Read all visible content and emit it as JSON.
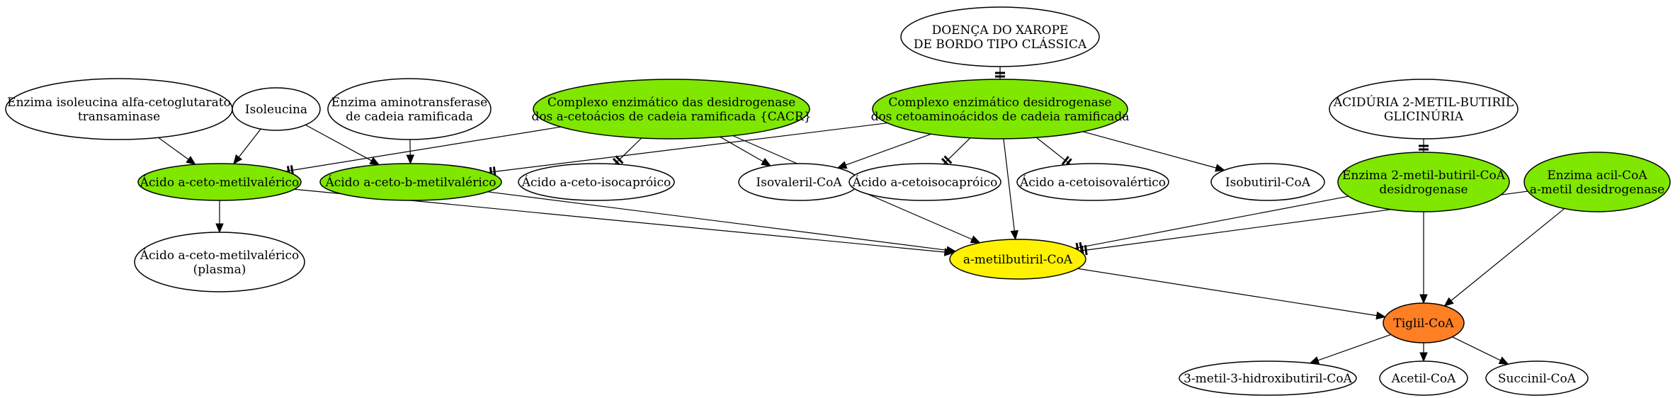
{
  "colors": {
    "green": "#7FE700",
    "yellow": "#FFF200",
    "orange": "#FF7F24",
    "white": "#FFFFFF",
    "line": "#000000"
  },
  "nodes": [
    {
      "id": "msud",
      "lines": [
        "DOENÇA DO XAROPE",
        "DE BORDO TIPO CLÁSSICA"
      ],
      "fill": "white"
    },
    {
      "id": "enz_iso",
      "lines": [
        "Enzima isoleucina alfa-cetoglutarato",
        "transaminase"
      ],
      "fill": "white"
    },
    {
      "id": "isoleucina",
      "lines": [
        "Isoleucina"
      ],
      "fill": "white"
    },
    {
      "id": "enz_amino",
      "lines": [
        "Enzima aminotransferase",
        "de cadeia ramificada"
      ],
      "fill": "white"
    },
    {
      "id": "cacr",
      "lines": [
        "Complexo enzimático das desidrogenase",
        "dos a-cetoácios de cadeia ramificada {CACR}"
      ],
      "fill": "green"
    },
    {
      "id": "complexo2",
      "lines": [
        "Complexo enzimático desidrogenase",
        "dos cetoaminoácidos de cadeia ramificada"
      ],
      "fill": "green"
    },
    {
      "id": "aciduria",
      "lines": [
        "ACIDÚRIA 2-METIL-BUTIRIL",
        "GLICINÚRIA"
      ],
      "fill": "white"
    },
    {
      "id": "acmv",
      "lines": [
        "Ácido a-ceto-metilvalérico"
      ],
      "fill": "green"
    },
    {
      "id": "acbmv",
      "lines": [
        "Ácido a-ceto-b-metilvalérico"
      ],
      "fill": "green"
    },
    {
      "id": "acic",
      "lines": [
        "Ácido a-ceto-isocapróico"
      ],
      "fill": "white"
    },
    {
      "id": "isovaleril",
      "lines": [
        "Isovaleril-CoA"
      ],
      "fill": "white"
    },
    {
      "id": "acetoisocap",
      "lines": [
        "Ácido a-cetoisocapróico"
      ],
      "fill": "white"
    },
    {
      "id": "acetoisoval",
      "lines": [
        "Ácido a-cetoisovalértico"
      ],
      "fill": "white"
    },
    {
      "id": "isobutiril",
      "lines": [
        "Isobutiril-CoA"
      ],
      "fill": "white"
    },
    {
      "id": "enz2mb",
      "lines": [
        "Enzima 2-metil-butiril-CoA",
        "desidrogenase"
      ],
      "fill": "green"
    },
    {
      "id": "enzacil",
      "lines": [
        "Enzima acil-CoA",
        "a-metil desidrogenase"
      ],
      "fill": "green"
    },
    {
      "id": "acmv_plasma",
      "lines": [
        "Ácido a-ceto-metilvalérico",
        "(plasma)"
      ],
      "fill": "white"
    },
    {
      "id": "amb",
      "lines": [
        "a-metilbutiril-CoA"
      ],
      "fill": "yellow"
    },
    {
      "id": "tiglil",
      "lines": [
        "Tiglil-CoA"
      ],
      "fill": "orange"
    },
    {
      "id": "hidroxi",
      "lines": [
        "3-metil-3-hidroxibutiril-CoA"
      ],
      "fill": "white"
    },
    {
      "id": "acetil",
      "lines": [
        "Acetil-CoA"
      ],
      "fill": "white"
    },
    {
      "id": "succinil",
      "lines": [
        "Succinil-CoA"
      ],
      "fill": "white"
    }
  ],
  "edges": [
    {
      "from": "enz_iso",
      "to": "acmv",
      "head": "arrow"
    },
    {
      "from": "isoleucina",
      "to": "acmv",
      "head": "arrow"
    },
    {
      "from": "isoleucina",
      "to": "acbmv",
      "head": "arrow"
    },
    {
      "from": "enz_amino",
      "to": "acbmv",
      "head": "arrow"
    },
    {
      "from": "cacr",
      "to": "acmv",
      "head": "tee"
    },
    {
      "from": "cacr",
      "to": "acic",
      "head": "tee"
    },
    {
      "from": "cacr",
      "to": "isovaleril",
      "head": "arrow"
    },
    {
      "from": "cacr",
      "to": "amb",
      "head": "arrow"
    },
    {
      "from": "complexo2",
      "to": "acbmv",
      "head": "tee"
    },
    {
      "from": "complexo2",
      "to": "isovaleril",
      "head": "arrow"
    },
    {
      "from": "complexo2",
      "to": "acetoisocap",
      "head": "tee"
    },
    {
      "from": "complexo2",
      "to": "acetoisoval",
      "head": "tee"
    },
    {
      "from": "complexo2",
      "to": "isobutiril",
      "head": "arrow"
    },
    {
      "from": "complexo2",
      "to": "amb",
      "head": "arrow"
    },
    {
      "from": "msud",
      "to": "complexo2",
      "head": "tee"
    },
    {
      "from": "aciduria",
      "to": "enz2mb",
      "head": "tee"
    },
    {
      "from": "acmv",
      "to": "acmv_plasma",
      "head": "arrow"
    },
    {
      "from": "acmv",
      "to": "amb",
      "head": "arrow"
    },
    {
      "from": "acbmv",
      "to": "amb",
      "head": "arrow"
    },
    {
      "from": "enz2mb",
      "to": "amb",
      "head": "tee"
    },
    {
      "from": "enzacil",
      "to": "amb",
      "head": "tee"
    },
    {
      "from": "enz2mb",
      "to": "tiglil",
      "head": "arrow"
    },
    {
      "from": "enzacil",
      "to": "tiglil",
      "head": "arrow"
    },
    {
      "from": "amb",
      "to": "tiglil",
      "head": "arrow"
    },
    {
      "from": "tiglil",
      "to": "hidroxi",
      "head": "arrow"
    },
    {
      "from": "tiglil",
      "to": "acetil",
      "head": "arrow"
    },
    {
      "from": "tiglil",
      "to": "succinil",
      "head": "arrow"
    }
  ]
}
